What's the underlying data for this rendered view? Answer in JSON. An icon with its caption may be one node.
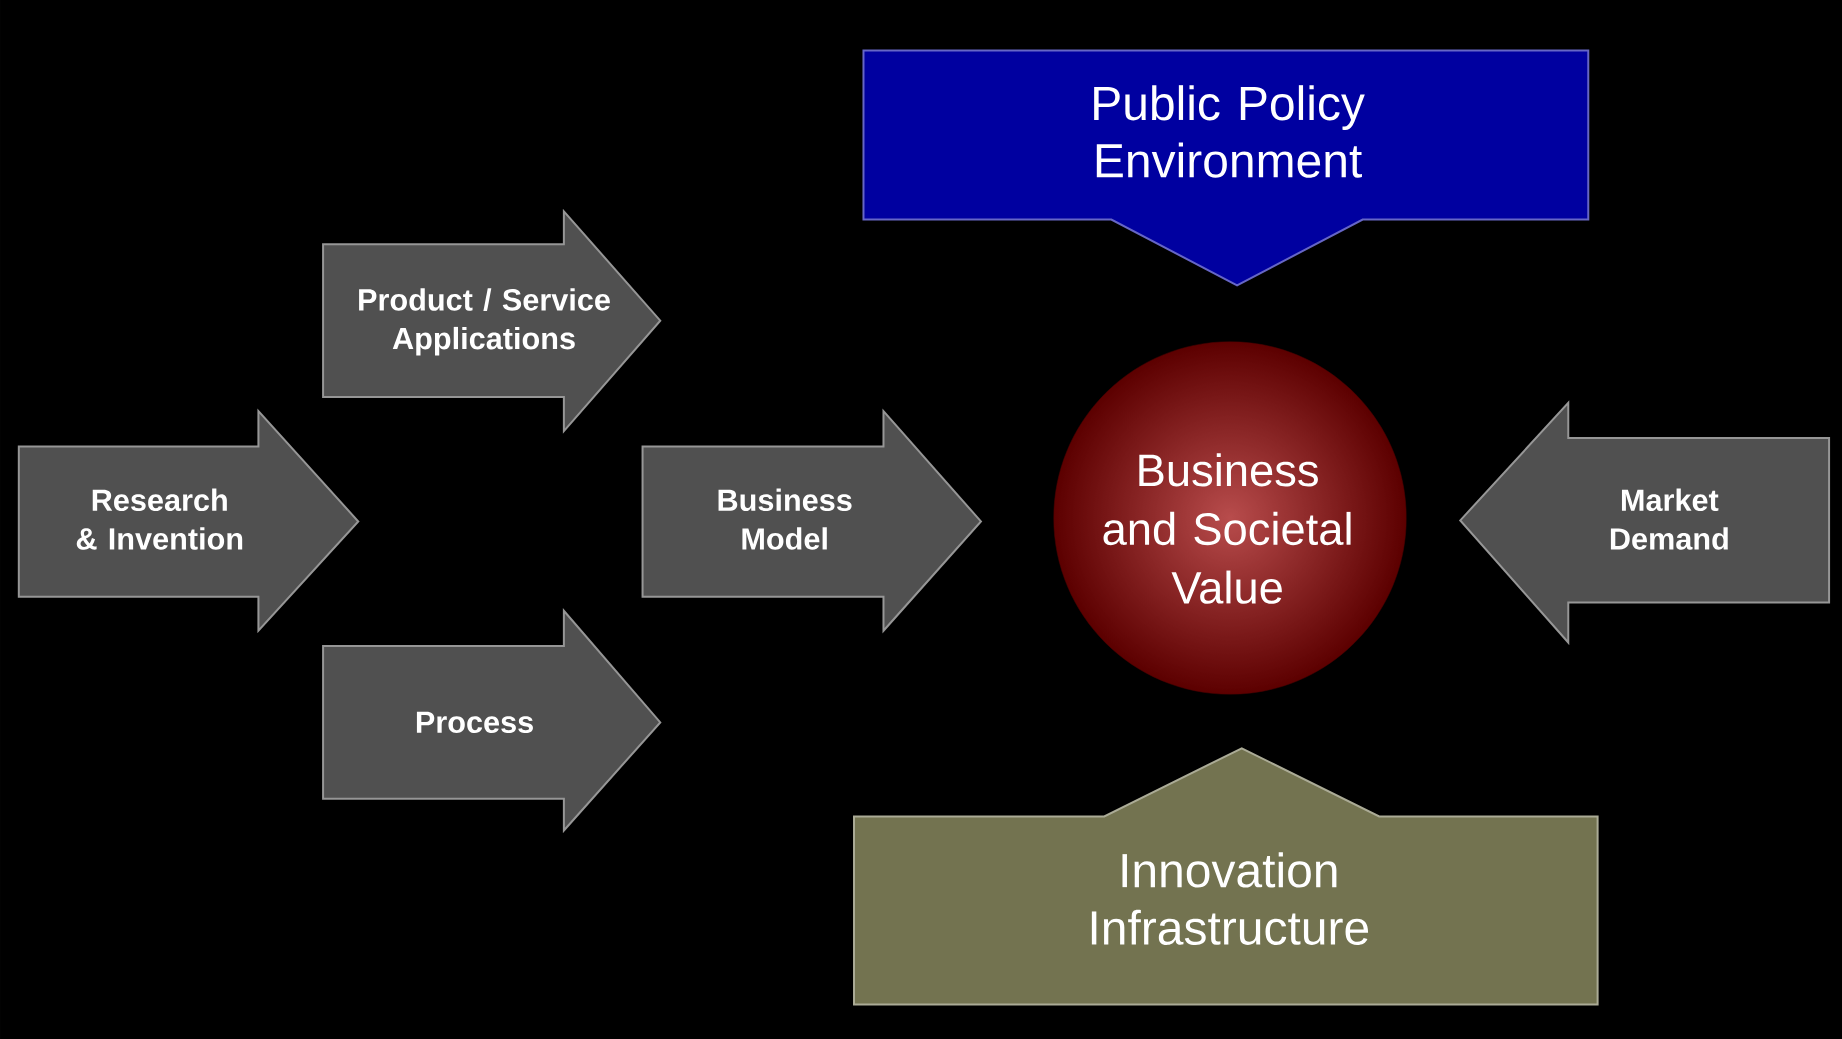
{
  "diagram": {
    "nodes": [
      {
        "text": [
          "Public Policy Environment"
        ]
      },
      {
        "text": [
          "Product / Service Applications"
        ]
      },
      {
        "text": [
          "Research & Invention"
        ]
      },
      {
        "text": [
          "Business Model"
        ]
      },
      {
        "text": [
          "Business and Societal Value"
        ]
      },
      {
        "text": [
          "Market Demand"
        ]
      },
      {
        "text": [
          "Process"
        ]
      },
      {
        "text": [
          "Innovation Infrastructure"
        ]
      }
    ]
  }
}
